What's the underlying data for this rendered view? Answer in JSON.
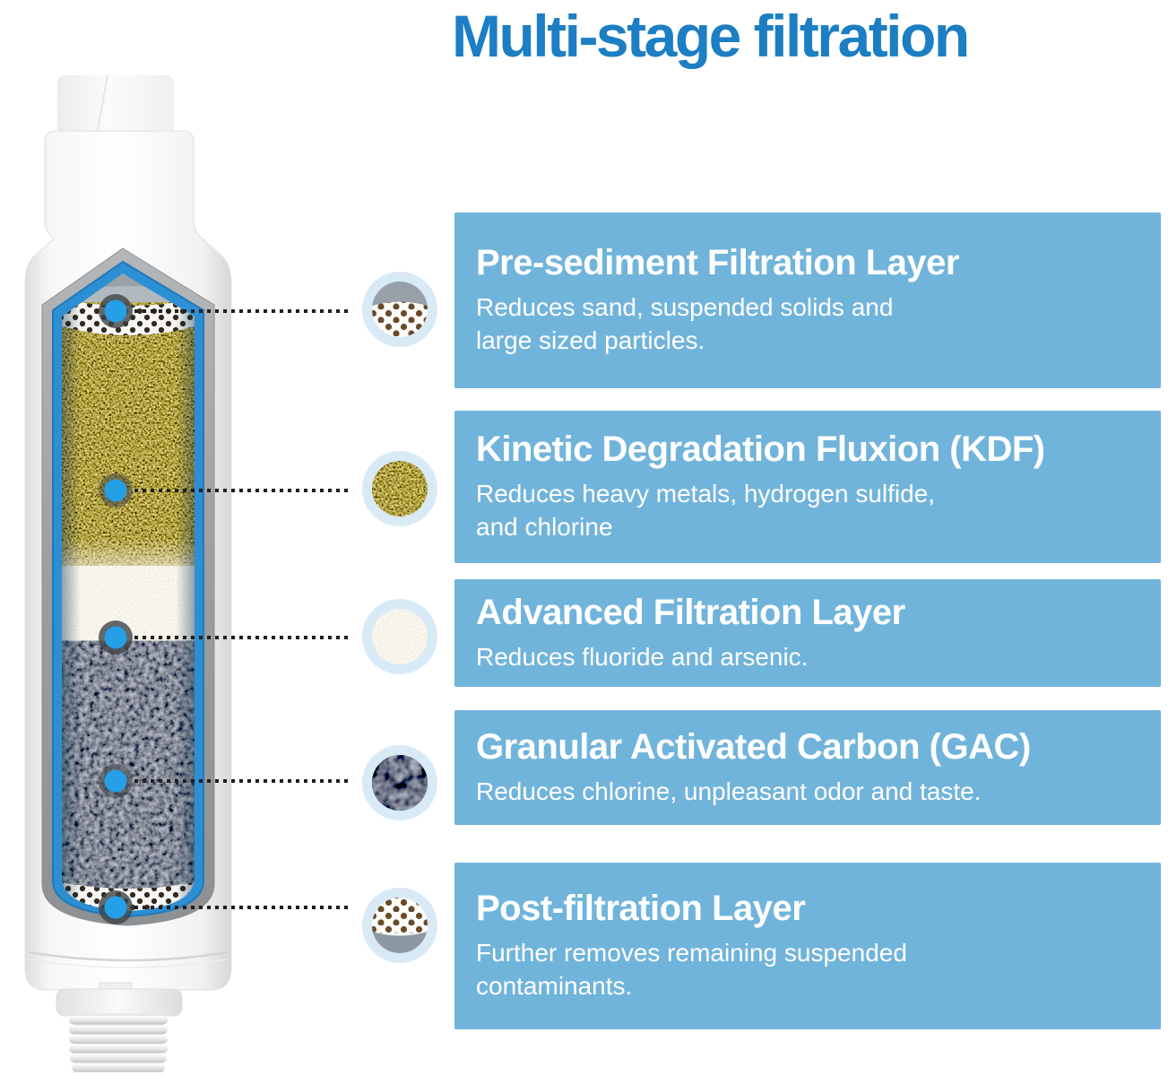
{
  "page": {
    "title": "Multi-stage filtration"
  },
  "colors": {
    "title_blue": "#1c7ec3",
    "panel_blue": "#71b4db",
    "panel_text": "#ffffff",
    "marker_blue": "#259fe6",
    "liner_blue": "#2d8fd3"
  },
  "stages": [
    {
      "heading": "Pre-sediment Filtration Layer",
      "lines": [
        "Reduces sand, suspended solids and",
        "large sized particles."
      ],
      "icon": "pre-sediment-mesh-icon"
    },
    {
      "heading": "Kinetic Degradation Fluxion (KDF)",
      "lines": [
        "Reduces heavy metals, hydrogen sulfide,",
        "and chlorine"
      ],
      "icon": "kdf-media-icon"
    },
    {
      "heading": "Advanced Filtration Layer",
      "lines": [
        "Reduces fluoride and arsenic."
      ],
      "icon": "advanced-media-icon"
    },
    {
      "heading": "Granular Activated Carbon (GAC)",
      "lines": [
        "Reduces chlorine, unpleasant odor and taste."
      ],
      "icon": "gac-carbon-icon"
    },
    {
      "heading": "Post-filtration Layer",
      "lines": [
        "Further removes remaining suspended",
        "contaminants."
      ],
      "icon": "post-filtration-mesh-icon"
    }
  ]
}
